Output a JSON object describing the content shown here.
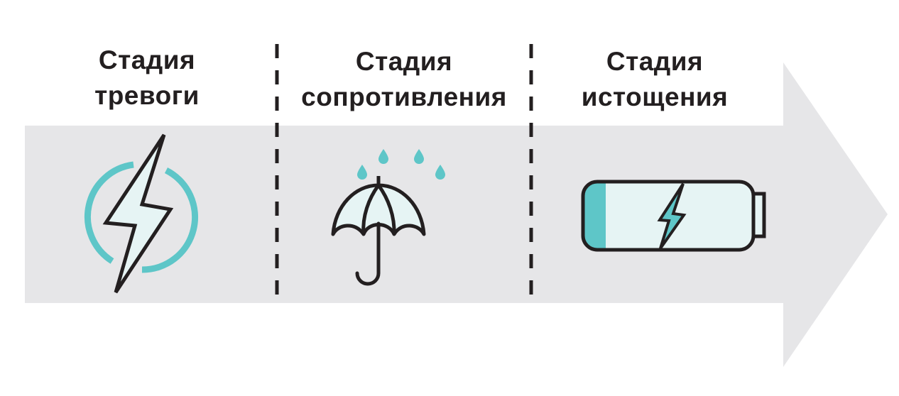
{
  "colors": {
    "arrow": "#e6e6e8",
    "accent": "#5ec6c8",
    "ink": "#231f20",
    "iconFill": "#e6f4f4"
  },
  "stages": [
    {
      "title_line1": "Стадия",
      "title_line2": "тревоги",
      "icon": "lightning-icon"
    },
    {
      "title_line1": "Стадия",
      "title_line2": "сопротивления",
      "icon": "umbrella-icon"
    },
    {
      "title_line1": "Стадия",
      "title_line2": "истощения",
      "icon": "low-battery-icon"
    }
  ]
}
